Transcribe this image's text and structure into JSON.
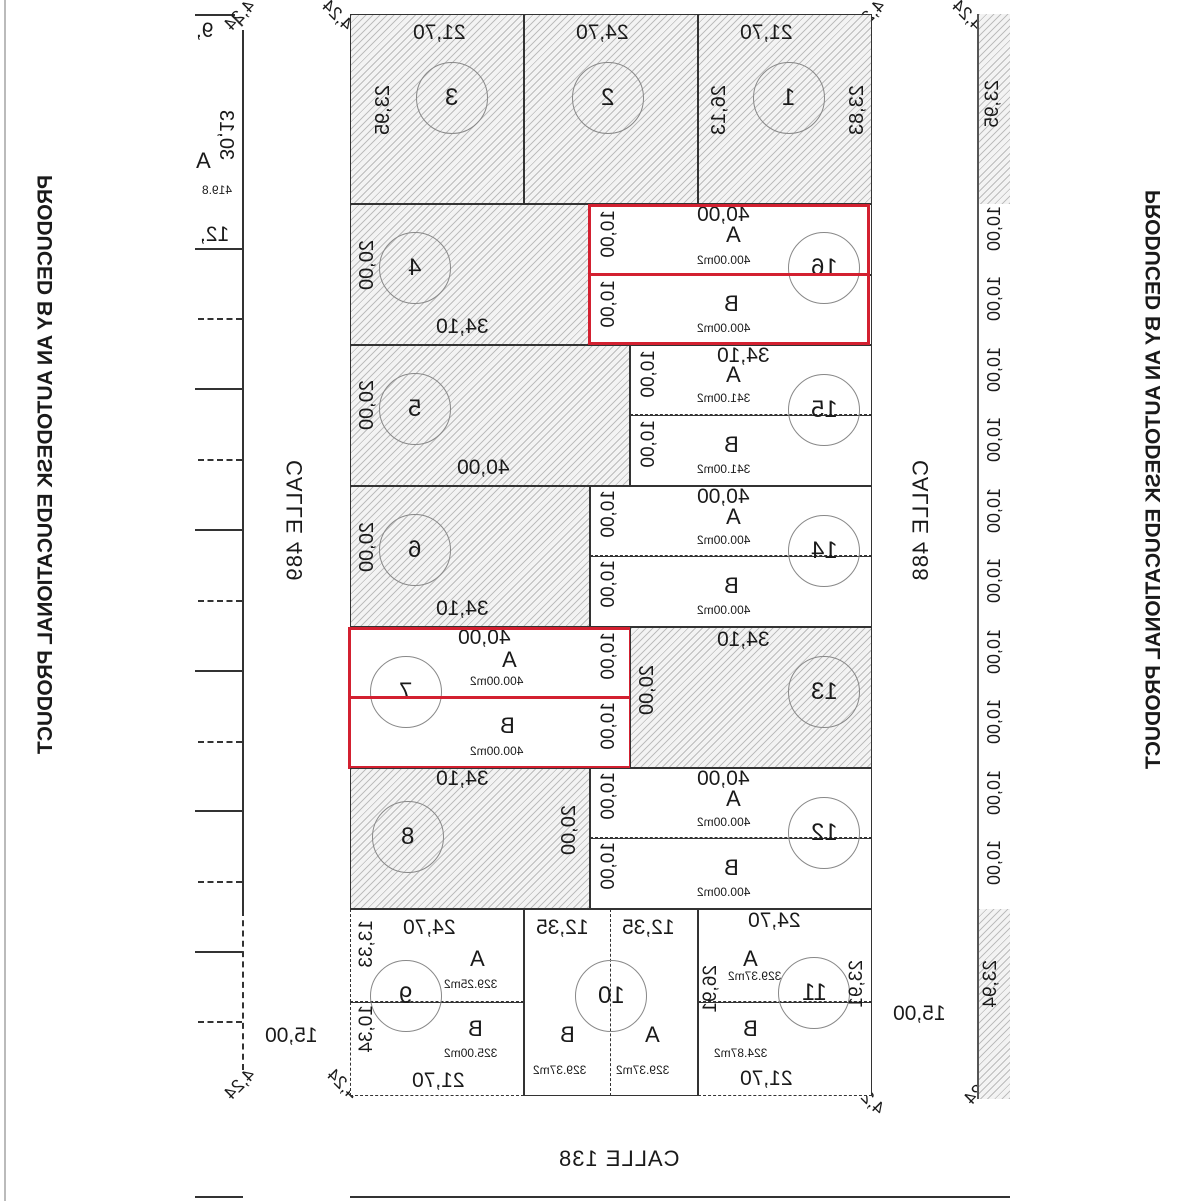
{
  "drawing": {
    "orientation": "mirrored-horizontal",
    "accent_color": "#d32030",
    "hatch_color": "#bdbdbd",
    "streets": {
      "left": "CALLE 489",
      "right": "CALLE 488",
      "bottom": "CALLE 138"
    },
    "watermark": {
      "left": "PRODUCED BY AN AUTODESK EDUCATIONAL PRODUCT",
      "right": "PRODUCED BY AN AUTODESK EDUCATIONAL PRODUCT"
    },
    "chamfer_label": "4,24",
    "street_width": "15,00",
    "left_block": {
      "top_label": "9,",
      "lot_label": "A",
      "lot_area": "419.8",
      "depth": "30,13",
      "bottom_label": "12,"
    },
    "right_block": {
      "top_depth": "23,95",
      "bottom_depth": "23,94",
      "lot_width": "10,00"
    },
    "lots": [
      {
        "id": "1",
        "front": "21,70",
        "side_a": "26,13",
        "side_b": "23,83",
        "status": "hatched"
      },
      {
        "id": "2",
        "front": "24,70",
        "status": "hatched"
      },
      {
        "id": "3",
        "front": "21,70",
        "side": "23,95",
        "status": "hatched"
      },
      {
        "id": "4",
        "depth": "20,00",
        "width": "34,10",
        "status": "hatched"
      },
      {
        "id": "5",
        "depth": "20,00",
        "width": "40,00",
        "status": "hatched"
      },
      {
        "id": "6",
        "depth": "20,00",
        "width": "34,10",
        "status": "hatched"
      },
      {
        "id": "7",
        "width": "40,00",
        "sub_depth": "10,00",
        "highlighted": true,
        "sub": [
          {
            "label": "A",
            "area": "400.00m2"
          },
          {
            "label": "B",
            "area": "400.00m2"
          }
        ]
      },
      {
        "id": "8",
        "depth": "20,00",
        "width": "34,10",
        "status": "hatched"
      },
      {
        "id": "9",
        "front": "24,70",
        "back": "21,70",
        "side_a": "13,33",
        "side_b": "10,34",
        "sub": [
          {
            "label": "A",
            "area": "329.25m2"
          },
          {
            "label": "B",
            "area": "325.00m2"
          }
        ]
      },
      {
        "id": "10",
        "front_a": "12,35",
        "front_b": "12,35",
        "sub": [
          {
            "label": "A",
            "area": "329.37m2"
          },
          {
            "label": "B",
            "area": "329.37m2"
          }
        ]
      },
      {
        "id": "11",
        "front": "24,70",
        "back": "21,70",
        "side_a": "26,91",
        "side_b": "23,91",
        "sub": [
          {
            "label": "A",
            "area": "329.37m2"
          },
          {
            "label": "B",
            "area": "324.87m2"
          }
        ]
      },
      {
        "id": "12",
        "width": "40,00",
        "sub_depth": "10,00",
        "sub": [
          {
            "label": "A",
            "area": "400.00m2"
          },
          {
            "label": "B",
            "area": "400.00m2"
          }
        ]
      },
      {
        "id": "13",
        "depth": "20,00",
        "width": "34,10",
        "status": "hatched"
      },
      {
        "id": "14",
        "width": "40,00",
        "sub_depth": "10,00",
        "sub": [
          {
            "label": "A",
            "area": "400.00m2"
          },
          {
            "label": "B",
            "area": "400.00m2"
          }
        ]
      },
      {
        "id": "15",
        "width": "34,10",
        "sub_depth": "10,00",
        "sub": [
          {
            "label": "A",
            "area": "341.00m2"
          },
          {
            "label": "B",
            "area": "341.00m2"
          }
        ]
      },
      {
        "id": "16",
        "width": "40,00",
        "sub_depth": "10,00",
        "highlighted": true,
        "sub": [
          {
            "label": "A",
            "area": "400.00m2"
          },
          {
            "label": "B",
            "area": "400.00m2"
          }
        ]
      }
    ]
  }
}
